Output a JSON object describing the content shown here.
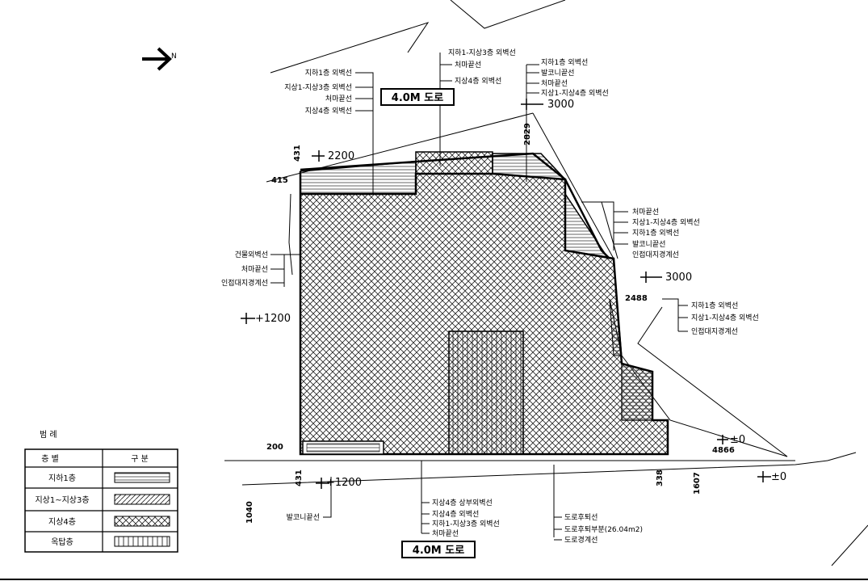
{
  "roads": {
    "top": "4.0M 도로",
    "bottom": "4.0M 도로"
  },
  "north": {
    "letter": "N"
  },
  "labels_top_left": [
    "지하1층 외벽선",
    "지상1-지상3층 외벽선",
    "처마끝선",
    "지상4층 외벽선"
  ],
  "labels_top_center": [
    "지하1-지상3층 외벽선",
    "처마끝선",
    "지상4층 외벽선"
  ],
  "labels_top_right": [
    "지하1층 외벽선",
    "발코니끝선",
    "처마끝선",
    "지상1-지상4층 외벽선"
  ],
  "labels_right_upper": [
    "처마끝선",
    "지상1-지상4층 외벽선",
    "지하1층 외벽선",
    "발코니끝선",
    "인접대지경계선"
  ],
  "labels_right_lower": [
    "지하1층 외벽선",
    "지상1-지상4층 외벽선",
    "인접대지경계선"
  ],
  "labels_left": [
    "건물외벽선",
    "처마끝선",
    "인접대지경계선"
  ],
  "labels_bottom_center": [
    "지상4층 상부외벽선",
    "지상4층 외벽선",
    "지하1-지상3층 외벽선",
    "처마끝선"
  ],
  "labels_bottom_right": [
    "도로후퇴선",
    "도로후퇴부분(26.04m2)",
    "도로경계선"
  ],
  "label_balcony": "발코니끝선",
  "dims": {
    "p3000_top": "3000",
    "p2200": "2200",
    "p3000_right": "3000",
    "p1200_left": "+1200",
    "p1200_bottom": "+1200",
    "pm0_right": "±0",
    "pm0_bottom": "±0",
    "v431_top": "431",
    "v2829": "2829",
    "v415": "415",
    "h2488": "2488",
    "h4866": "4866",
    "v200": "200",
    "v431_bottom": "431",
    "v338": "338",
    "v1607": "1607",
    "v1040": "1040"
  },
  "legend": {
    "title": "범 례",
    "head_left": "층 별",
    "head_right": "구 분",
    "rows": [
      "지하1층",
      "지상1~지상3층",
      "지상4층",
      "옥탑층"
    ]
  }
}
